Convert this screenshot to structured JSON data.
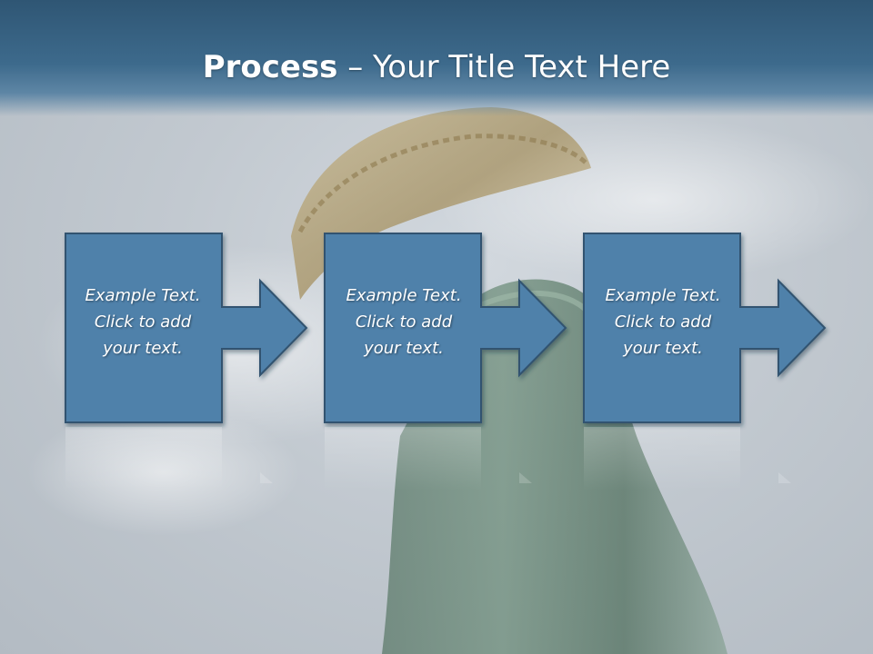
{
  "title": {
    "strong": "Process",
    "rest": " – Your Title Text Here"
  },
  "steps": [
    {
      "line1": "Example Text.",
      "line2": "Click  to add",
      "line3": "your text."
    },
    {
      "line1": "Example Text.",
      "line2": "Click  to add",
      "line3": "your text."
    },
    {
      "line1": "Example Text.",
      "line2": "Click  to add",
      "line3": "your text."
    }
  ],
  "colors": {
    "header": "#3d6a8c",
    "shape_fill": "#4f81aa",
    "shape_border": "#30536f",
    "bottle_green": "#2f5a3e",
    "cap_gold": "#b09a6a"
  },
  "icons": [
    "bottle-cap-photo",
    "smoke-photo",
    "bottle-neck-photo"
  ]
}
